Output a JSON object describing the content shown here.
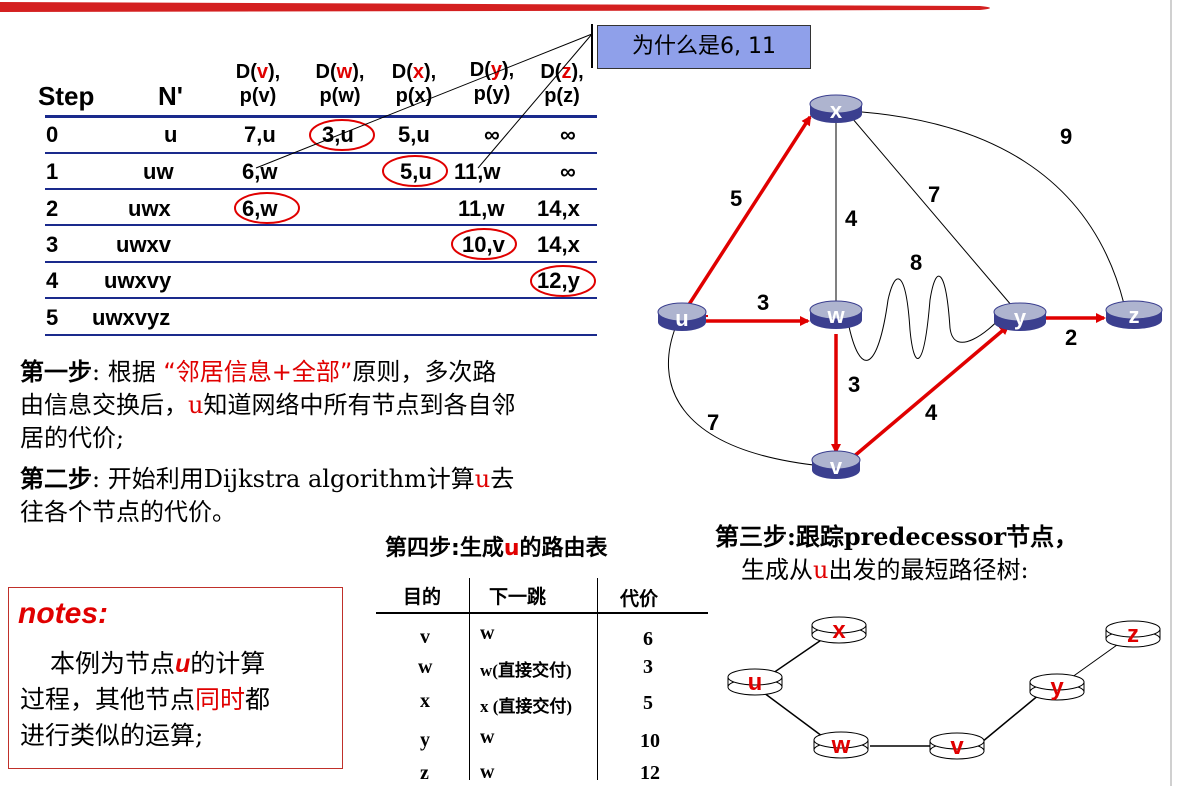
{
  "table": {
    "headers": {
      "step": "Step",
      "np": "N'",
      "dv": [
        "D(",
        "v",
        "),"
      ],
      "pv": "p(v)",
      "dw": [
        "D(",
        "w",
        "),"
      ],
      "pw": "p(w)",
      "dx": [
        "D(",
        "x",
        "),"
      ],
      "px": "p(x)",
      "dy": [
        "D(",
        "y",
        "),"
      ],
      "py": "p(y)",
      "dz": [
        "D(",
        "z",
        "),"
      ],
      "pz": "p(z)"
    },
    "rows": [
      {
        "step": "0",
        "n": "u",
        "v": "7,u",
        "w": "3,u",
        "x": "5,u",
        "y": "∞",
        "z": "∞"
      },
      {
        "step": "1",
        "n": "uw",
        "v": "6,w",
        "w": "",
        "x": "5,u",
        "y": "11,w",
        "z": "∞"
      },
      {
        "step": "2",
        "n": "uwx",
        "v": "6,w",
        "w": "",
        "x": "",
        "y": "11,w",
        "z": "14,x"
      },
      {
        "step": "3",
        "n": "uwxv",
        "v": "",
        "w": "",
        "x": "",
        "y": "10,v",
        "z": "14,x"
      },
      {
        "step": "4",
        "n": "uwxvy",
        "v": "",
        "w": "",
        "x": "",
        "y": "",
        "z": "12,y"
      },
      {
        "step": "5",
        "n": "uwxvyz",
        "v": "",
        "w": "",
        "x": "",
        "y": "",
        "z": ""
      }
    ]
  },
  "callout": "为什么是6, 11",
  "graph": {
    "nodes": [
      "x",
      "u",
      "w",
      "y",
      "z",
      "v"
    ],
    "edge_labels": {
      "ux": "5",
      "xw": "4",
      "xy": "7",
      "xz": "9",
      "uw": "3",
      "wy": "8",
      "yz": "2",
      "wv": "3",
      "vy": "4",
      "uv": "7"
    }
  },
  "steps": {
    "step1_title": "第一步",
    "step1_a": ": 根据 ",
    "step1_quote": "“邻居信息+全部”",
    "step1_b": "原则，多次路",
    "step1_c": "由信息交换后，",
    "step1_u": "u",
    "step1_d": "知道网络中所有节点到各自邻",
    "step1_e": "居的代价;",
    "step2_title": "第二步",
    "step2_a": ": 开始利用Dijkstra algorithm计算",
    "step2_u": "u",
    "step2_b": "去",
    "step2_c": "往各个节点的代价。",
    "step3_title": "第三步",
    "step3_a": ":跟踪predecessor节点，",
    "step3_b": "生成从",
    "step3_u": "u",
    "step3_c": "出发的最短路径树:",
    "step4_title": "第四步",
    "step4_a": ":生成",
    "step4_u": "u",
    "step4_b": "的路由表"
  },
  "notes": {
    "title": "notes:",
    "line1_a": "本例为节点",
    "line1_u": "u",
    "line1_b": "的计算",
    "line2_a": "过程，其他节点",
    "line2_red": "同时",
    "line2_b": "都",
    "line3": "进行类似的运算;"
  },
  "routing_table": {
    "headers": [
      "目的",
      "下一跳",
      "代价"
    ],
    "rows": [
      {
        "dest": "v",
        "next": "w",
        "cost": "6"
      },
      {
        "dest": "w",
        "next": "w(直接交付)",
        "cost": "3"
      },
      {
        "dest": "x",
        "next": "x (直接交付)",
        "cost": "5"
      },
      {
        "dest": "y",
        "next": "w",
        "cost": "10"
      },
      {
        "dest": "z",
        "next": "w",
        "cost": "12"
      }
    ]
  },
  "tree_nodes": [
    "x",
    "z",
    "u",
    "y",
    "w",
    "v"
  ],
  "colors": {
    "accent": "#e00000",
    "navy": "#1a2a8c",
    "callout": "#8fa0ea",
    "router_top": "#aeb4cf",
    "router_body": "#3b3f8f"
  }
}
